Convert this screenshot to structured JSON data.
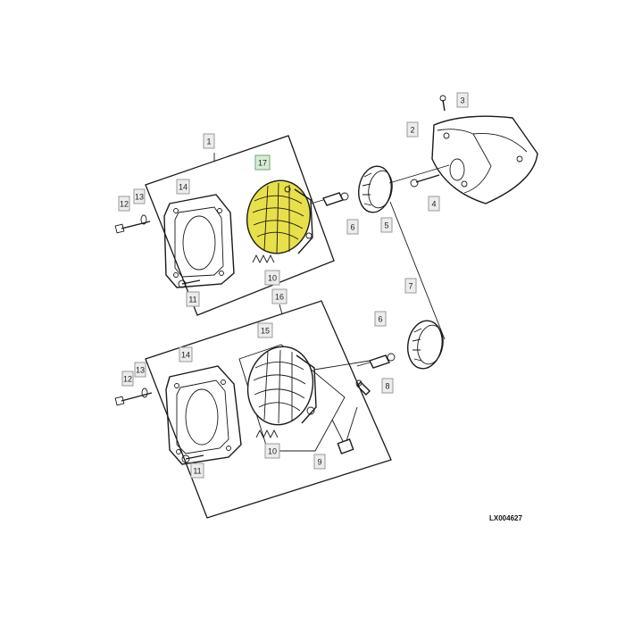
{
  "diagram": {
    "code": "LX004627",
    "callouts": [
      {
        "id": "c1",
        "text": "1",
        "highlight": false
      },
      {
        "id": "c17",
        "text": "17",
        "highlight": true
      },
      {
        "id": "c14a",
        "text": "14",
        "highlight": false
      },
      {
        "id": "c13a",
        "text": "13",
        "highlight": false
      },
      {
        "id": "c12a",
        "text": "12",
        "highlight": false
      },
      {
        "id": "c11a",
        "text": "11",
        "highlight": false
      },
      {
        "id": "c10a",
        "text": "10",
        "highlight": false
      },
      {
        "id": "c6a",
        "text": "6",
        "highlight": false
      },
      {
        "id": "c5",
        "text": "5",
        "highlight": false
      },
      {
        "id": "c4",
        "text": "4",
        "highlight": false
      },
      {
        "id": "c2",
        "text": "2",
        "highlight": false
      },
      {
        "id": "c3",
        "text": "3",
        "highlight": false
      },
      {
        "id": "c16",
        "text": "16",
        "highlight": false
      },
      {
        "id": "c15",
        "text": "15",
        "highlight": false
      },
      {
        "id": "c7",
        "text": "7",
        "highlight": false
      },
      {
        "id": "c6b",
        "text": "6",
        "highlight": false
      },
      {
        "id": "c8",
        "text": "8",
        "highlight": false
      },
      {
        "id": "c14b",
        "text": "14",
        "highlight": false
      },
      {
        "id": "c13b",
        "text": "13",
        "highlight": false
      },
      {
        "id": "c12b",
        "text": "12",
        "highlight": false
      },
      {
        "id": "c10b",
        "text": "10",
        "highlight": false
      },
      {
        "id": "c11b",
        "text": "11",
        "highlight": false
      },
      {
        "id": "c9",
        "text": "9",
        "highlight": false
      }
    ],
    "colors": {
      "highlight_lens": "#e8e04a",
      "highlight_label": "#d8ecd8",
      "line": "#1a1a1a"
    }
  }
}
